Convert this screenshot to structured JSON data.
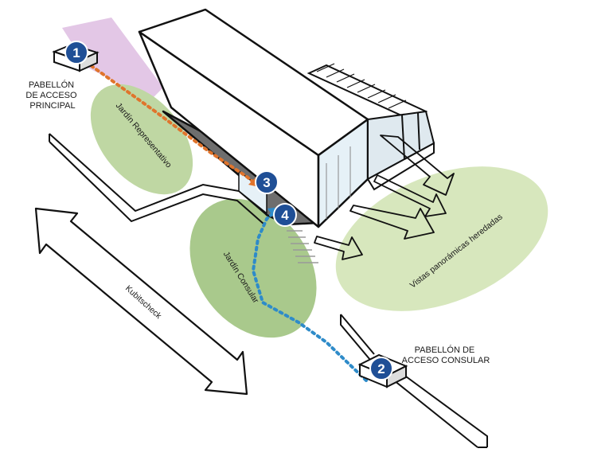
{
  "colors": {
    "garden": "#bfd7a3",
    "garden_dark": "#a9c98c",
    "vistas": "#d7e7bd",
    "plaza": "#e3c7e6",
    "orange_path": "#e0742c",
    "blue_path": "#2e8bc9",
    "marker_fill": "#1f4f96",
    "line": "#111111"
  },
  "labels": {
    "pabellon_principal": [
      "PABELLÓN",
      "DE ACCESO",
      "PRINCIPAL"
    ],
    "pabellon_consular": [
      "PABELLÓN DE",
      "ACCESO CONSULAR"
    ],
    "jardin_representativo": "Jardín Representativo",
    "jardin_consular": "Jardín Consular",
    "vistas": "Vistas panorámicas heredadas",
    "kubitscheck": "Kubitscheck"
  },
  "markers": [
    {
      "number": "1"
    },
    {
      "number": "2"
    },
    {
      "number": "3"
    },
    {
      "number": "4"
    }
  ],
  "icons": {
    "road_arrow": "double-headed-arrow-icon",
    "view_arrow": "view-arrow-icon",
    "entry_marker": "numbered-circle-icon"
  }
}
